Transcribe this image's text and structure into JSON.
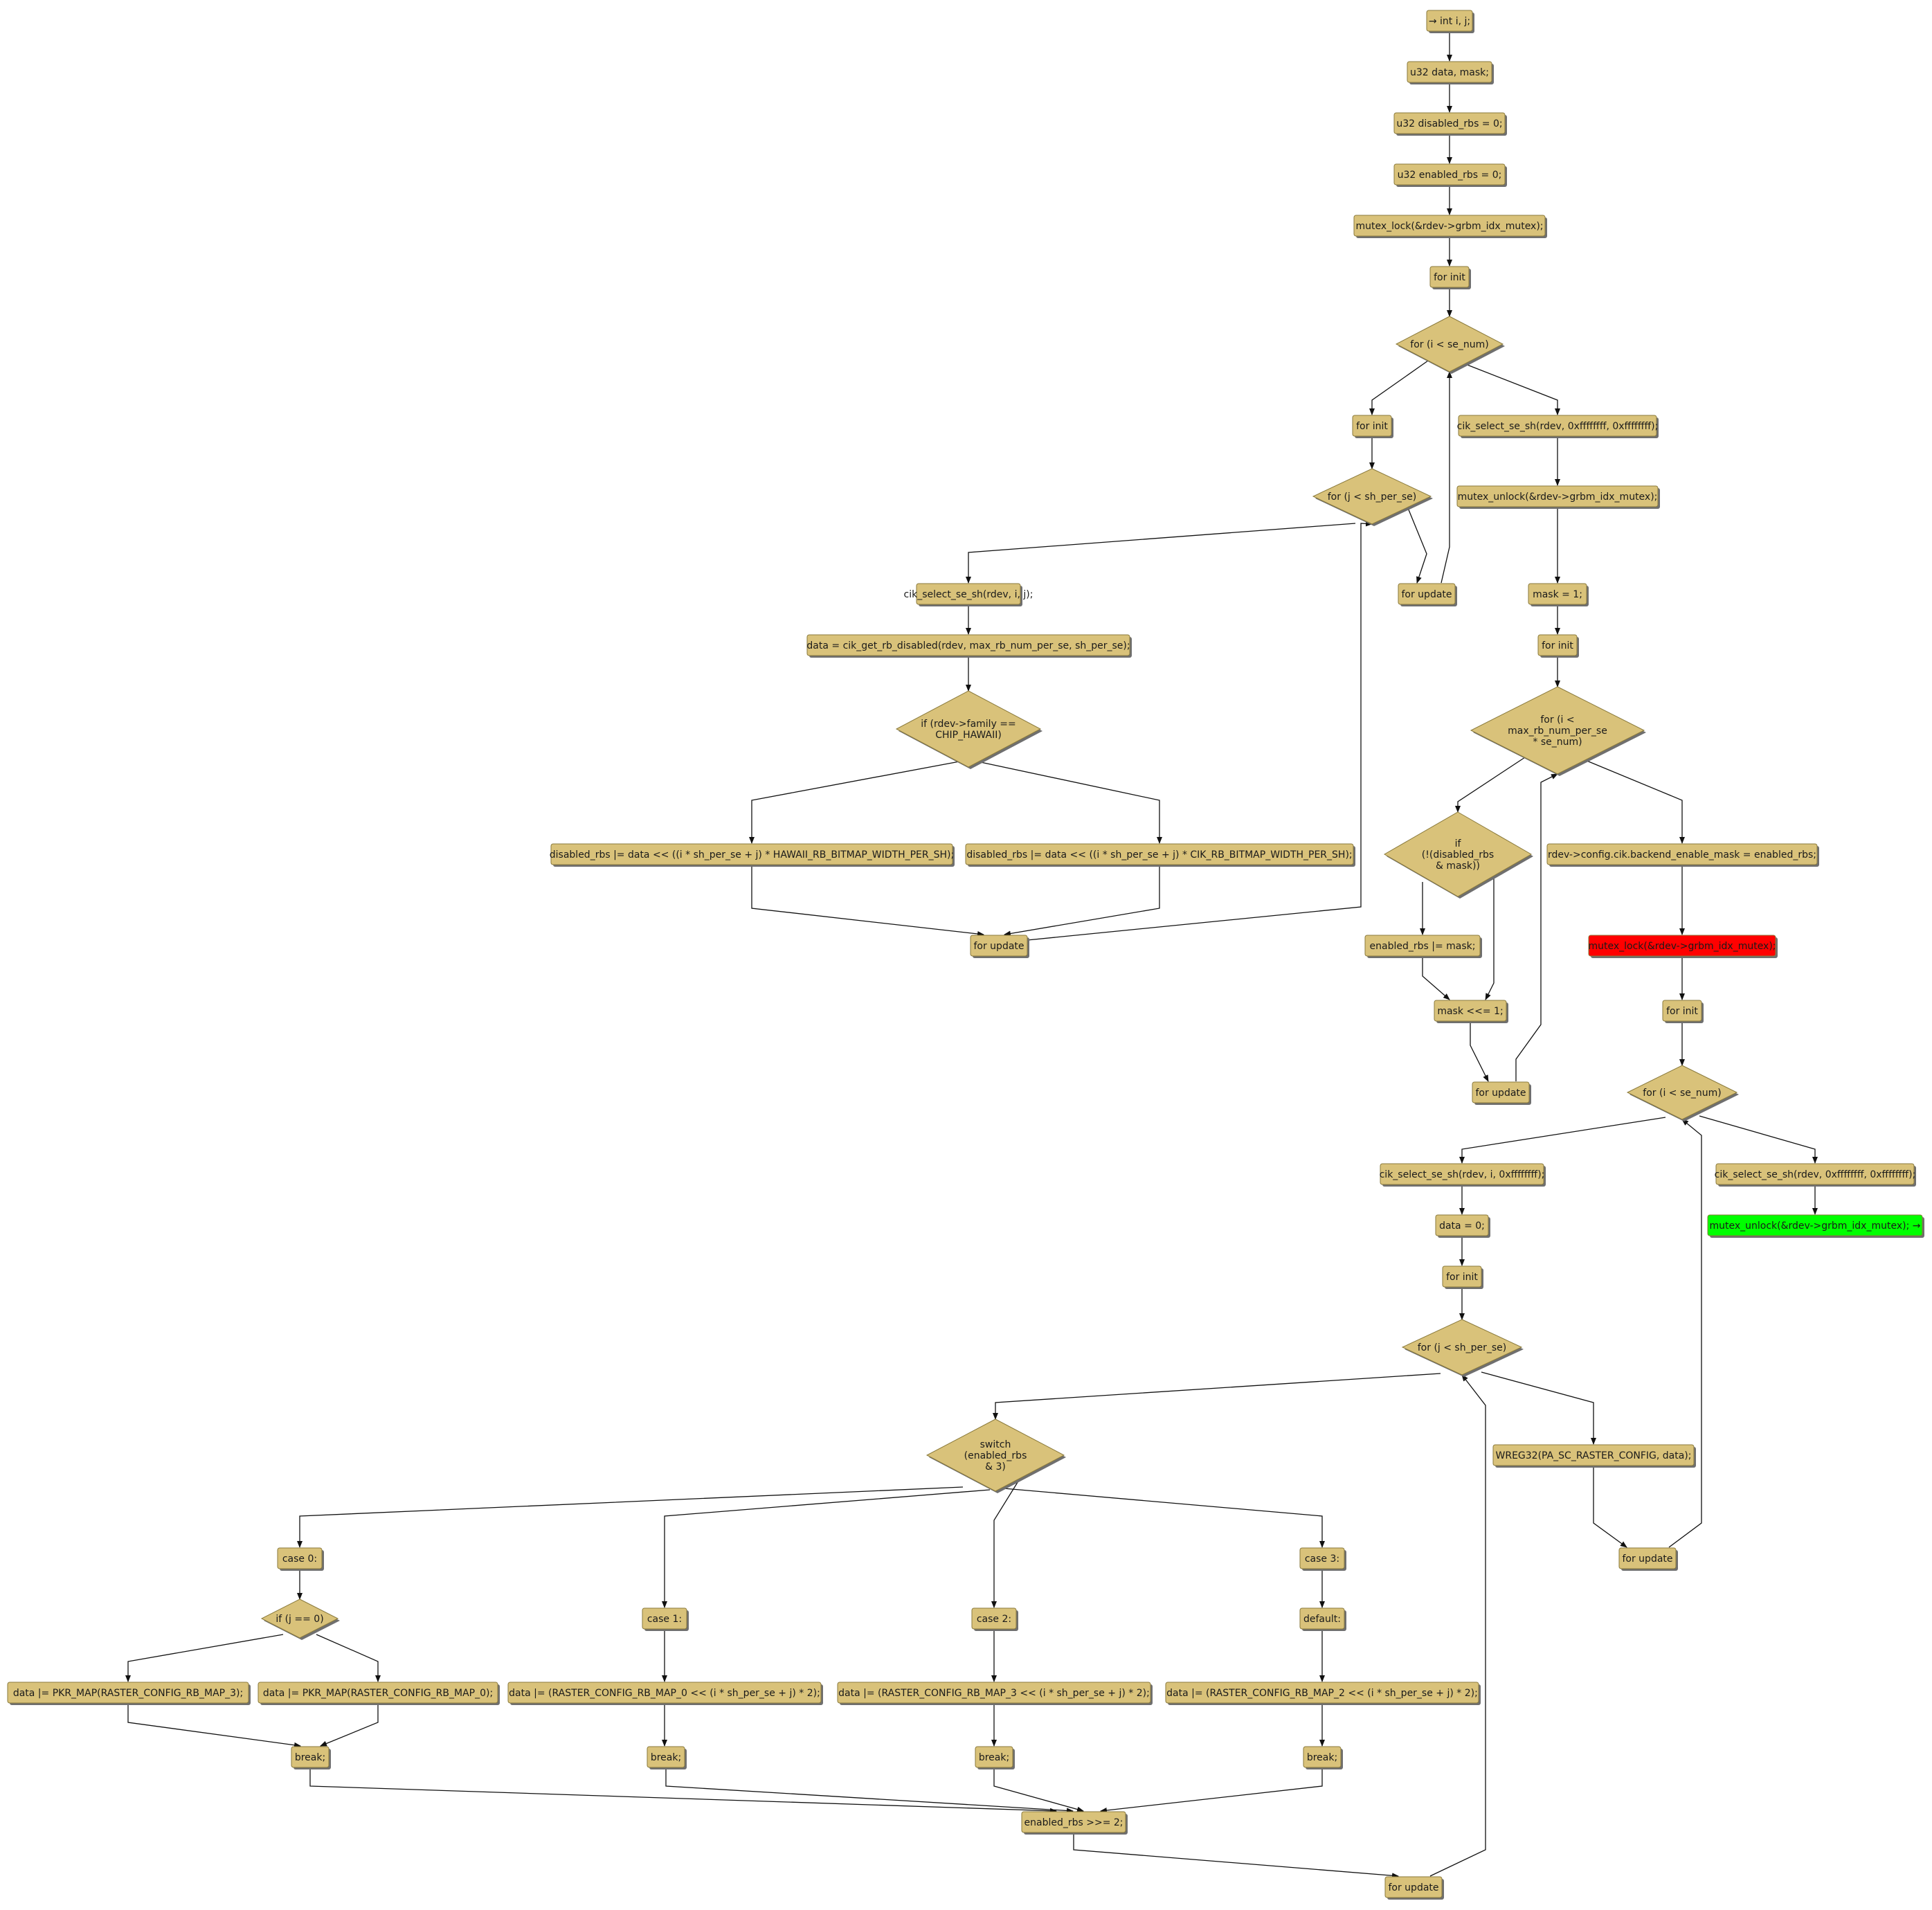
{
  "colors": {
    "node_fill": "#d9c27a",
    "node_stroke": "#8a7a3c",
    "shadow": "#6f6f6f",
    "start_fill": "#ff0000",
    "end_fill": "#00ff00",
    "edge": "#111111"
  },
  "nodes": {
    "n1": "→ int i, j;",
    "n2": "u32 data, mask;",
    "n3": "u32 disabled_rbs = 0;",
    "n4": "u32 enabled_rbs = 0;",
    "n5": "mutex_lock(&rdev->grbm_idx_mutex);",
    "n6": "for init",
    "n7": "for (i < se_num)",
    "n8": "for init",
    "n9": "cik_select_se_sh(rdev, 0xffffffff, 0xffffffff);",
    "n10": "for (j < sh_per_se)",
    "n11": "mutex_unlock(&rdev->grbm_idx_mutex);",
    "n12": "cik_select_se_sh(rdev, i, j);",
    "n13": "for update",
    "n14": "mask = 1;",
    "n15": "data = cik_get_rb_disabled(rdev, max_rb_num_per_se, sh_per_se);",
    "n16": "for init",
    "n17": "if (rdev->family == CHIP_HAWAII)",
    "n18": "for (i < max_rb_num_per_se * se_num)",
    "n19": "if (!(disabled_rbs & mask))",
    "n20": "disabled_rbs |= data << ((i * sh_per_se + j) * HAWAII_RB_BITMAP_WIDTH_PER_SH);",
    "n21": "disabled_rbs |= data << ((i * sh_per_se + j) * CIK_RB_BITMAP_WIDTH_PER_SH);",
    "n22": "rdev->config.cik.backend_enable_mask = enabled_rbs;",
    "n23": "for update",
    "n24": "enabled_rbs |= mask;",
    "n25": "mutex_lock(&rdev->grbm_idx_mutex);",
    "n26": "mask <<= 1;",
    "n27": "for init",
    "n28": "for update",
    "n29": "for (i < se_num)",
    "n30": "cik_select_se_sh(rdev, i, 0xffffffff);",
    "n31": "cik_select_se_sh(rdev, 0xffffffff, 0xffffffff);",
    "n32": "data = 0;",
    "n33": "mutex_unlock(&rdev->grbm_idx_mutex); →",
    "n34": "for init",
    "n35": "for (j < sh_per_se)",
    "n36": "switch (enabled_rbs & 3)",
    "n37": "WREG32(PA_SC_RASTER_CONFIG, data);",
    "n38": "case 0:",
    "n39": "case 3:",
    "n40": "for update",
    "n41": "if (j == 0)",
    "n42": "case 1:",
    "n43": "case 2:",
    "n44": "default:",
    "n45": "data |= PKR_MAP(RASTER_CONFIG_RB_MAP_3);",
    "n46": "data |= PKR_MAP(RASTER_CONFIG_RB_MAP_0);",
    "n47": "data |= (RASTER_CONFIG_RB_MAP_0 << (i * sh_per_se + j) * 2);",
    "n48": "data |= (RASTER_CONFIG_RB_MAP_3 << (i * sh_per_se + j) * 2);",
    "n49": "data |= (RASTER_CONFIG_RB_MAP_2 << (i * sh_per_se + j) * 2);",
    "n50": "break;",
    "n51": "break;",
    "n52": "break;",
    "n53": "break;",
    "n54": "enabled_rbs >>= 2;",
    "n55": "for update"
  }
}
